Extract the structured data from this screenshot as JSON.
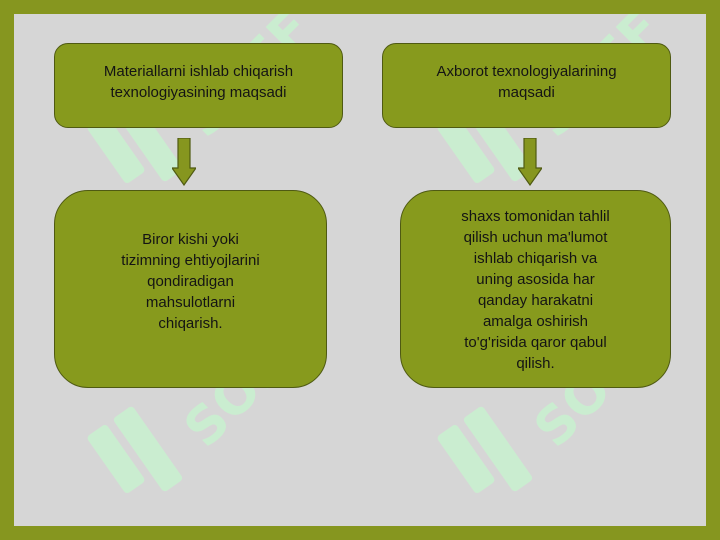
{
  "diagram": {
    "left_title": "Materiallarni ishlab chiqarish\ntexnologiyasining maqsadi",
    "right_title": "Axborot texnologiyalarining\nmaqsadi",
    "left_body": "Biror kishi yoki\ntizimning ehtiyojlarini\nqondiradigan\nmahsulotlarni\nchiqarish.",
    "right_body": "shaxs tomonidan tahlil\nqilish uchun ma'lumot\nishlab chiqarish va\nuning asosida har\nqanday harakatni\namalga oshirish\nto'g'risida qaror qabul\nqilish."
  },
  "watermark": {
    "text": "SOFF",
    "color": "#c9f2cf"
  },
  "colors": {
    "frame": "#86961f",
    "panel": "#d6d6d6",
    "box": "#879a1d",
    "border": "#4f5a12"
  }
}
